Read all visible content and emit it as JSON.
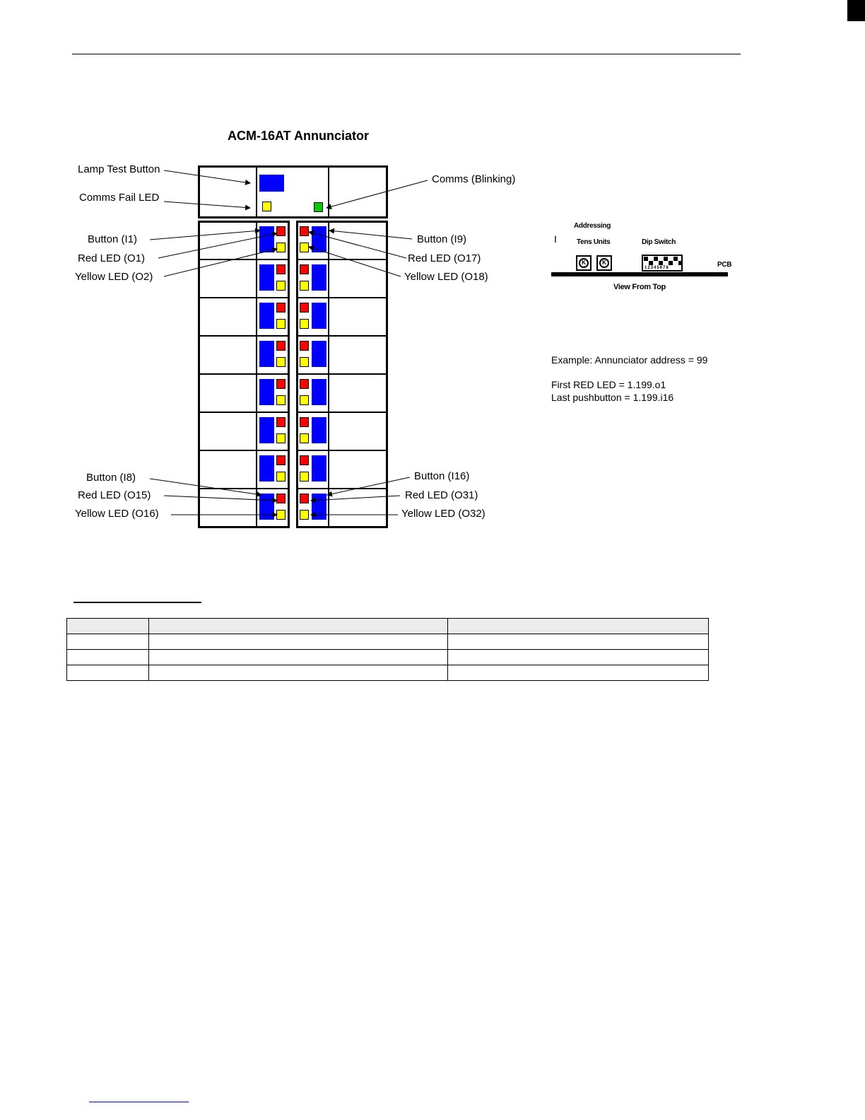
{
  "title": "ACM-16AT Annunciator",
  "left_labels": {
    "lamp_test": "Lamp Test Button",
    "comms_fail": "Comms Fail LED",
    "button_i1": "Button (I1)",
    "red_o1": "Red LED (O1)",
    "yellow_o2": "Yellow LED (O2)",
    "button_i8": "Button (I8)",
    "red_o15": "Red LED (O15)",
    "yellow_o16": "Yellow LED (O16)"
  },
  "right_labels": {
    "comms_blinking": "Comms (Blinking)",
    "button_i9": "Button (I9)",
    "red_o17": "Red LED (O17)",
    "yellow_o18": "Yellow LED (O18)",
    "button_i16": "Button (I16)",
    "red_o31": "Red LED (O31)",
    "yellow_o32": "Yellow LED (O32)"
  },
  "addressing": {
    "marker": "I",
    "heading": "Addressing",
    "tens_units": "Tens  Units",
    "dip_switch": "Dip Switch",
    "pcb": "PCB",
    "view": "View From Top",
    "knob_symbol": "K",
    "dip_numbers": "12345678"
  },
  "example": {
    "line1": "Example: Annunciator address = 99",
    "line2": "First RED LED     = 1.199.o1",
    "line3": "Last pushbutton  = 1.199.i16"
  },
  "colors": {
    "button": "#0000ff",
    "red_led": "#ff0000",
    "yellow_led": "#ffff00",
    "green_led": "#00cc00"
  },
  "table": {
    "rows": [
      [
        "",
        "",
        ""
      ],
      [
        "",
        "",
        ""
      ],
      [
        "",
        "",
        ""
      ],
      [
        "",
        "",
        ""
      ]
    ]
  }
}
